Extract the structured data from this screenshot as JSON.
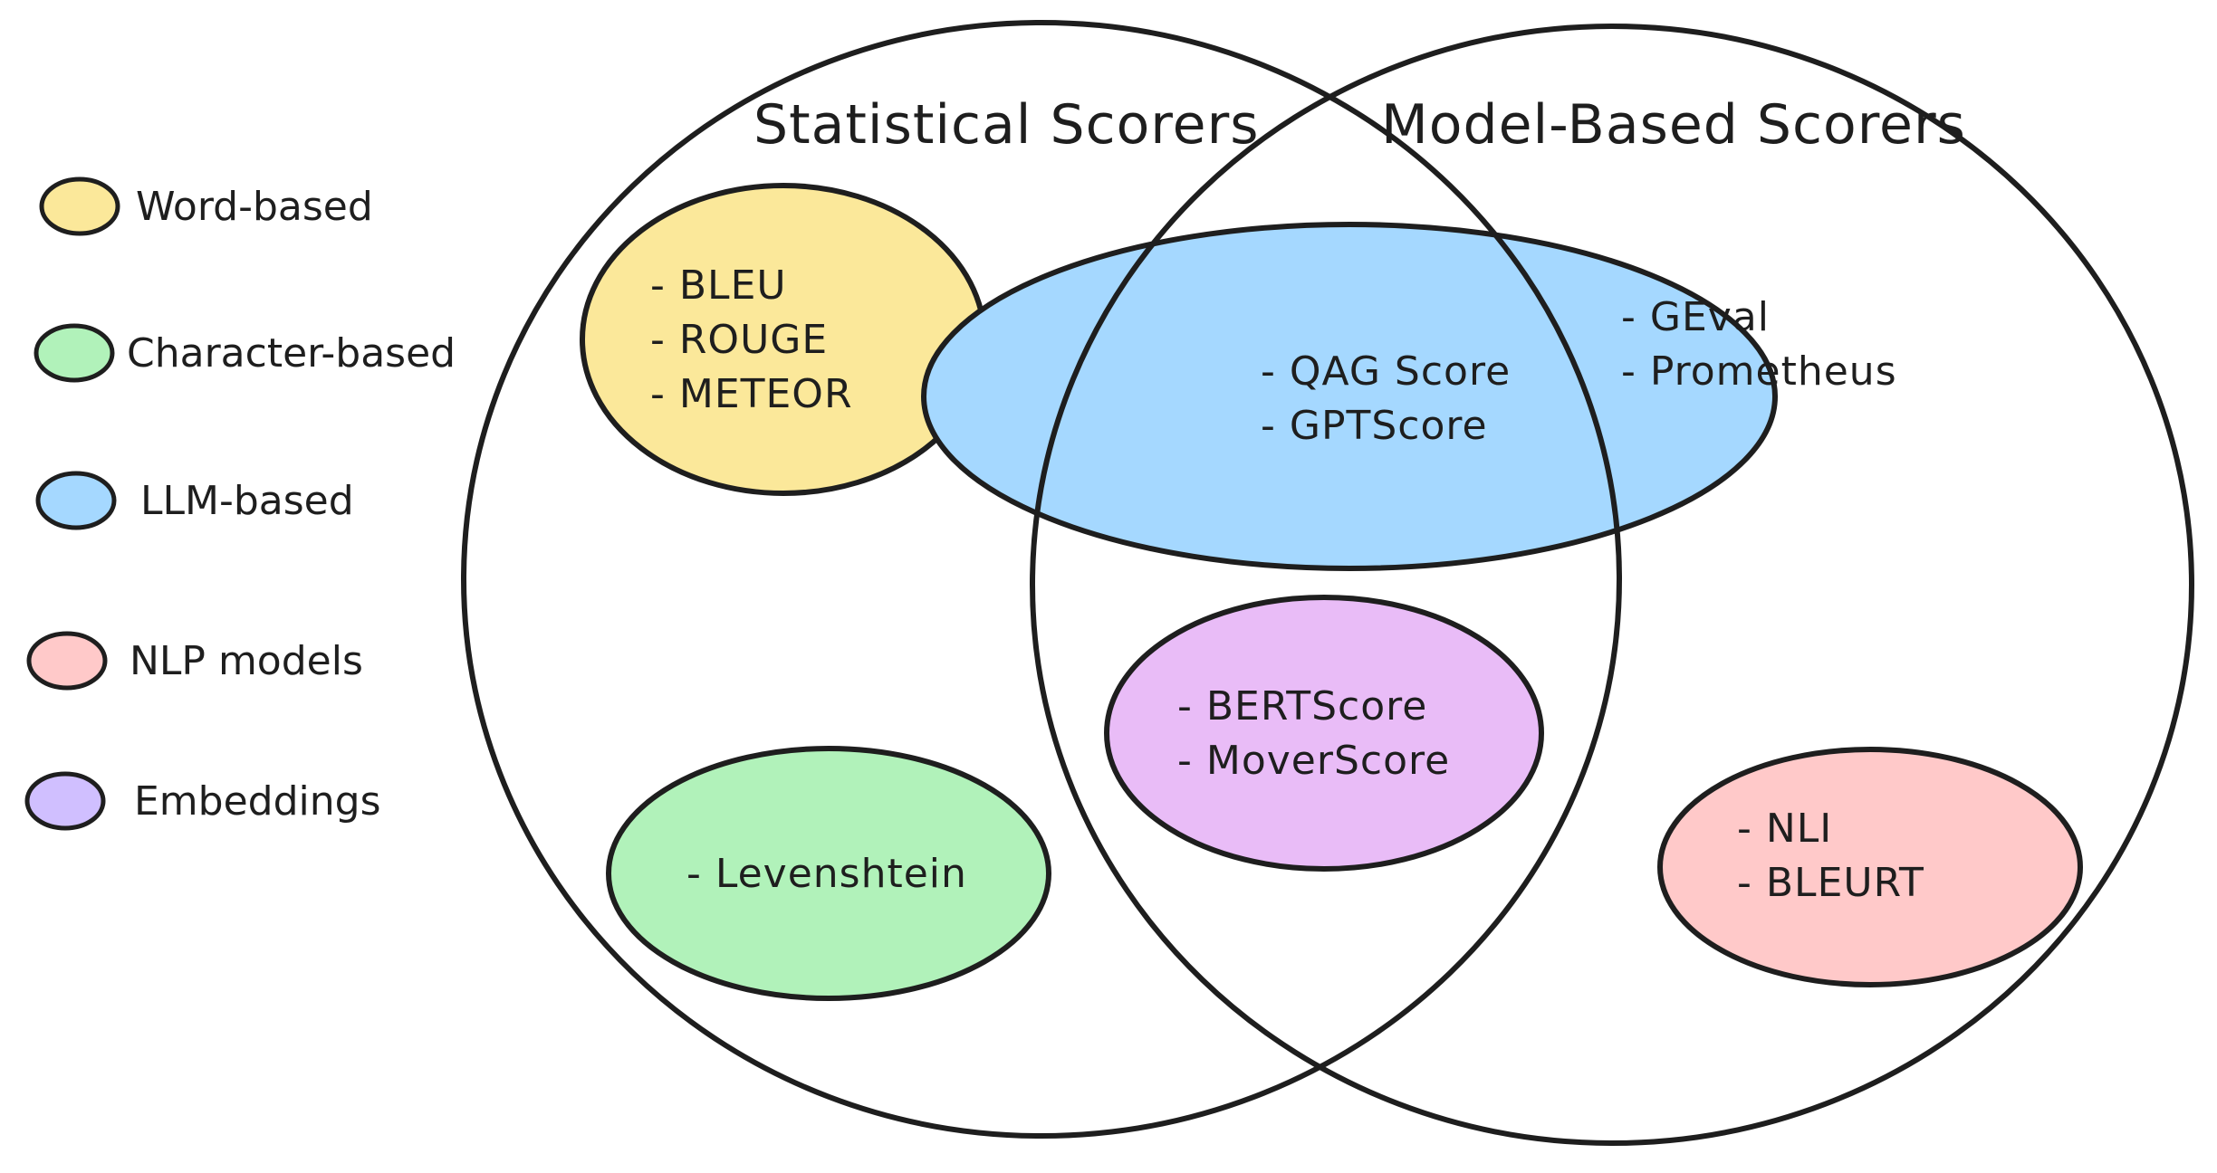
{
  "colors": {
    "word_based": "#fbe89a",
    "character_based": "#b1f2ba",
    "llm_based": "#a5d8ff",
    "nlp_models": "#ffc9c9",
    "embeddings": "#e9bcf7",
    "embeddings_legend": "#d0bfff",
    "stroke": "#1e1e1e"
  },
  "circles": {
    "statistical": {
      "title": "Statistical Scorers"
    },
    "model_based": {
      "title": "Model-Based Scorers"
    }
  },
  "legend": [
    {
      "label": "Word-based",
      "color": "#fbe89a",
      "icon": "yellow-ellipse"
    },
    {
      "label": "Character-based",
      "color": "#b1f2ba",
      "icon": "green-ellipse"
    },
    {
      "label": "LLM-based",
      "color": "#a5d8ff",
      "icon": "blue-ellipse"
    },
    {
      "label": "NLP models",
      "color": "#ffc9c9",
      "icon": "pink-ellipse"
    },
    {
      "label": "Embeddings",
      "color": "#d0bfff",
      "icon": "purple-ellipse"
    }
  ],
  "groups": {
    "word_based": {
      "items": [
        "- BLEU",
        "- ROUGE",
        "- METEOR"
      ]
    },
    "character_based": {
      "items": [
        "- Levenshtein"
      ]
    },
    "llm_based_overlap": {
      "items": [
        "- QAG Score",
        "- GPTScore"
      ]
    },
    "llm_based_model": {
      "items": [
        "- GEval",
        "- Prometheus"
      ]
    },
    "embeddings": {
      "items": [
        "- BERTScore",
        "- MoverScore"
      ]
    },
    "nlp_models": {
      "items": [
        "- NLI",
        "- BLEURT"
      ]
    }
  }
}
